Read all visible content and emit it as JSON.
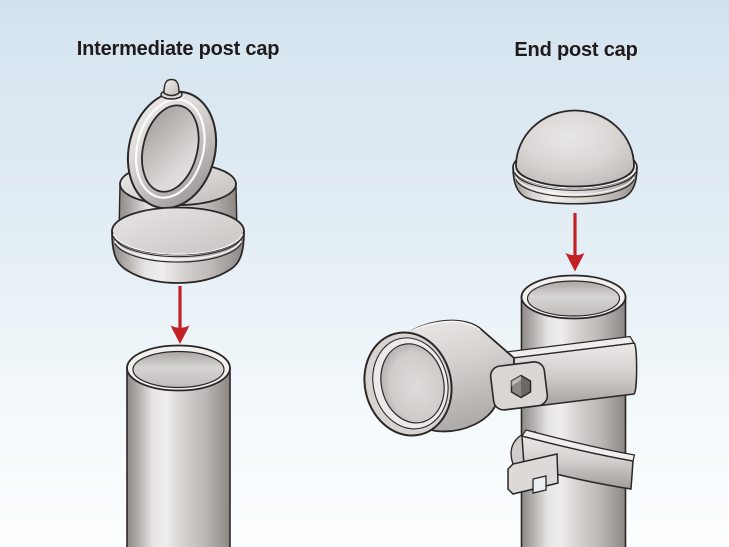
{
  "figure": {
    "panels": [
      {
        "caption": "Intermediate post cap"
      },
      {
        "caption": "End post cap"
      }
    ],
    "arrows": {
      "icon": "down-arrow-icon",
      "direction": "down",
      "count": 2
    }
  },
  "colors": {
    "arrow_red": "#c42127",
    "outline": "#2b2727",
    "metal_light": "#efeeed",
    "metal_mid": "#d2cfcc",
    "metal_dark": "#938f8c",
    "background_top": "#d1e1ee",
    "background_bottom": "#fcfeff",
    "text": "#1f1b1c"
  }
}
